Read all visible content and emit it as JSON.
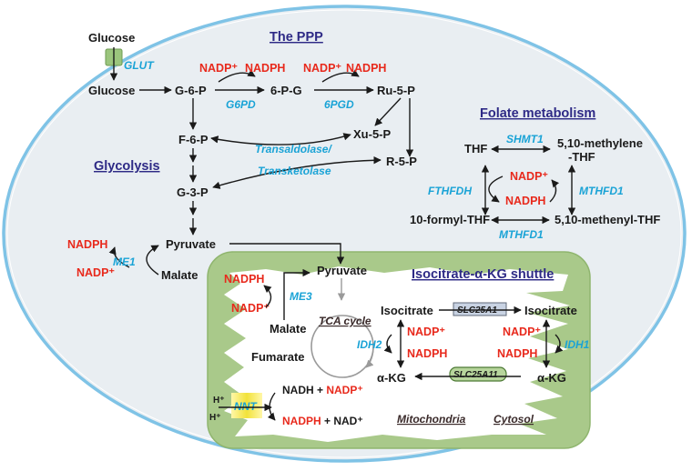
{
  "titles": {
    "ppp": "The PPP",
    "glycolysis": "Glycolysis",
    "folate": "Folate metabolism",
    "shuttle": "Isocitrate-α-KG shuttle"
  },
  "compartments": {
    "mitochondria": "Mitochondria",
    "cytosol": "Cytosol",
    "tca": "TCA cycle"
  },
  "metabolites": {
    "glucose_out": "Glucose",
    "glucose_in": "Glucose",
    "g6p": "G-6-P",
    "pg6": "6-P-G",
    "ru5p": "Ru-5-P",
    "xu5p": "Xu-5-P",
    "r5p": "R-5-P",
    "f6p": "F-6-P",
    "g3p": "G-3-P",
    "pyruvate_cyto": "Pyruvate",
    "malate_cyto": "Malate",
    "thf": "THF",
    "methylene_thf_1": "5,10-methylene",
    "methylene_thf_2": "-THF",
    "formyl_thf": "10-formyl-THF",
    "methenyl_thf": "5,10-methenyl-THF",
    "pyruvate_mito": "Pyruvate",
    "malate_mito": "Malate",
    "fumarate": "Fumarate",
    "isocitrate_mito": "Isocitrate",
    "akg_mito": "α-KG",
    "isocitrate_cyto": "Isocitrate",
    "akg_cyto": "α-KG",
    "nadh_nadp": "NADH + ",
    "nadp_in_nnt": "NADP⁺",
    "nadph_nnt": "NADPH",
    "nad_nnt": " + NAD⁺",
    "h_plus": "H⁺"
  },
  "cofactors": {
    "nadp": "NADP⁺",
    "nadph": "NADPH"
  },
  "enzymes": {
    "glut": "GLUT",
    "g6pd": "G6PD",
    "pgd6": "6PGD",
    "transaldolase": "Transaldolase/",
    "transketolase": "Transketolase",
    "shmt1": "SHMT1",
    "fthfdh": "FTHFDH",
    "mthfd1_a": "MTHFD1",
    "mthfd1_b": "MTHFD1",
    "me1": "ME1",
    "me3": "ME3",
    "idh2": "IDH2",
    "idh1": "IDH1",
    "nnt": "NNT",
    "slc25a1": "SLC25A1",
    "slc25a11": "SLC25A11"
  },
  "colors": {
    "cofactor_red": "#e8291c",
    "enzyme_blue": "#1aa3d6",
    "title_navy": "#2e2a86",
    "cell_fill": "#e9eef2",
    "membrane_blue": "#7fc3e6",
    "mito_green": "#a9c98a"
  }
}
